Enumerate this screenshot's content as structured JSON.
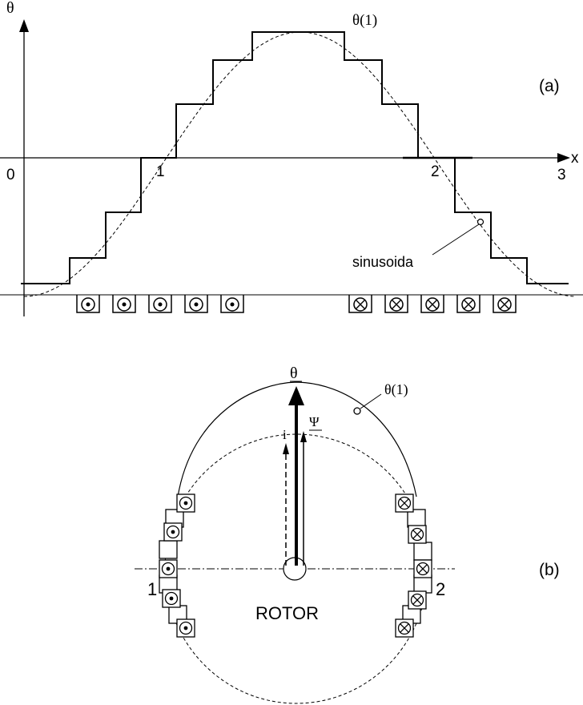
{
  "panel_a": {
    "y_axis_label": "θ",
    "x_axis_label": "x",
    "origin_label": "0",
    "tick_labels": [
      "1",
      "2",
      "3"
    ],
    "panel_label": "(a)",
    "fundamental_label": "θ(1)",
    "sinusoid_label": "sinusoida",
    "conductors_out_count": 5,
    "conductors_in_count": 5
  },
  "panel_b": {
    "theta_label": "θ",
    "current_label": "i",
    "flux_label": "Ψ",
    "fundamental_label": "θ(1)",
    "left_label": "1",
    "right_label": "2",
    "rotor_label": "ROTOR",
    "panel_label": "(b)"
  }
}
